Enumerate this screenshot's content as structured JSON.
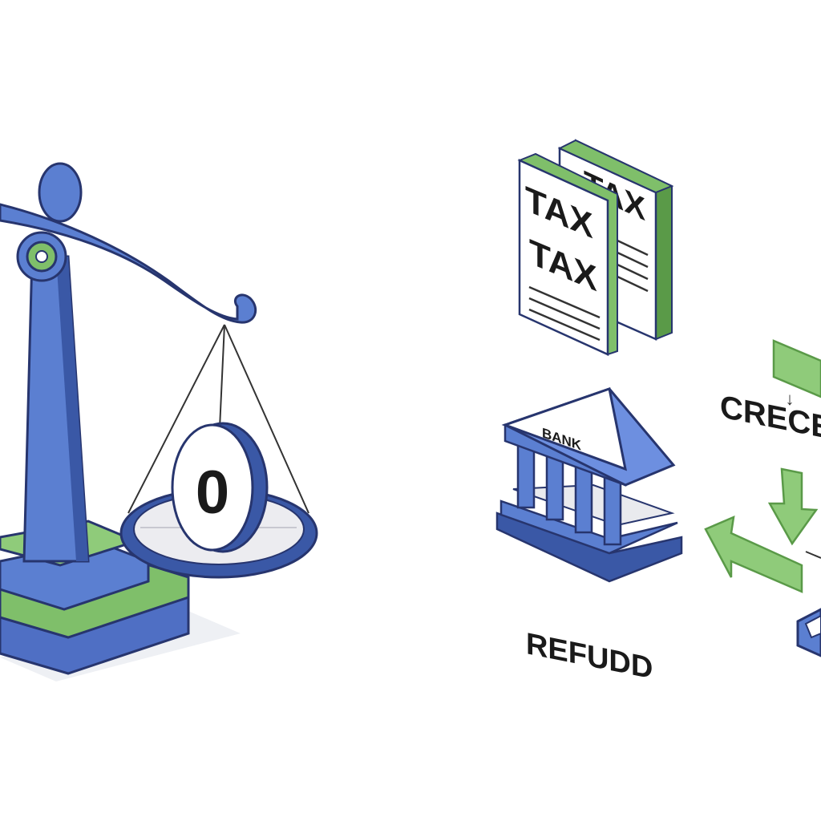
{
  "colors": {
    "blue": "#5b7fd1",
    "blue_dark": "#3a58a6",
    "green": "#7fbf6a",
    "green_dark": "#5a9a48",
    "outline": "#27356e",
    "paper": "#ffffff"
  },
  "scale": {
    "coin_label": "0"
  },
  "documents": {
    "back_label": "TAX",
    "front_label_1": "TAX",
    "front_label_2": "TAX"
  },
  "bank": {
    "label": "BANK"
  },
  "flow": {
    "process_label": "CRECES",
    "small_arrow": "↓"
  },
  "refund": {
    "label": "REFUDD"
  },
  "icons": {
    "scale": "balance-scale-icon",
    "coin": "coin-icon",
    "documents": "tax-document-icon",
    "bank": "bank-building-icon",
    "arrow": "arrow-icon"
  }
}
